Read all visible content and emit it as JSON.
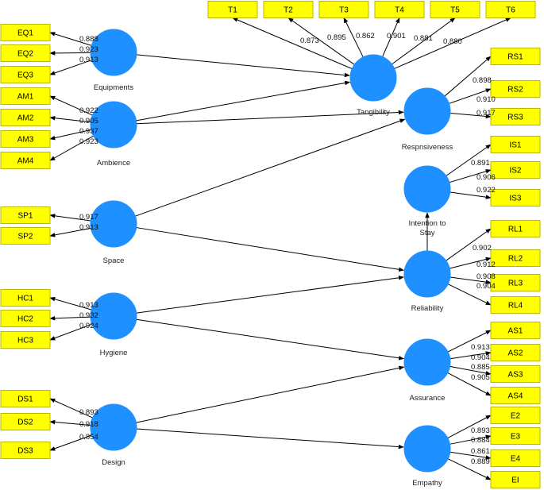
{
  "constructs": {
    "equipments": "Equipments",
    "ambience": "Ambience",
    "space": "Space",
    "hygiene": "Hygiene",
    "design": "Design",
    "tangibility": "Tangibility",
    "responsiveness": "Respnsiveness",
    "intention_line1": "Intention to",
    "intention_line2": "Stay",
    "reliability": "Reliability",
    "assurance": "Assurance",
    "empathy": "Empathy"
  },
  "indicators": {
    "EQ": [
      "EQ1",
      "EQ2",
      "EQ3"
    ],
    "AM": [
      "AM1",
      "AM2",
      "AM3",
      "AM4"
    ],
    "SP": [
      "SP1",
      "SP2"
    ],
    "HC": [
      "HC1",
      "HC2",
      "HC3"
    ],
    "DS": [
      "DS1",
      "DS2",
      "DS3"
    ],
    "T": [
      "T1",
      "T2",
      "T3",
      "T4",
      "T5",
      "T6"
    ],
    "RS": [
      "RS1",
      "RS2",
      "RS3"
    ],
    "IS": [
      "IS1",
      "IS2",
      "IS3"
    ],
    "RL": [
      "RL1",
      "RL2",
      "RL3",
      "RL4"
    ],
    "AS": [
      "AS1",
      "AS2",
      "AS3",
      "AS4"
    ],
    "E": [
      "E2",
      "E3",
      "E4",
      "EI"
    ]
  },
  "loadings": {
    "EQ": [
      "0.888",
      "0.923",
      "0.913"
    ],
    "AM": [
      "0.922",
      "0.905",
      "0.937",
      "0.923"
    ],
    "SP": [
      "0.917",
      "0.913"
    ],
    "HC": [
      "0.913",
      "0.932",
      "0.924"
    ],
    "DS": [
      "0.893",
      "0.918",
      "0.854"
    ],
    "T": [
      "0.873",
      "0.895",
      "0.862",
      "0.901",
      "0.881",
      "0.880"
    ],
    "RS": [
      "0.898",
      "0.910",
      "0.917"
    ],
    "IS": [
      "0.891",
      "0.906",
      "0.922"
    ],
    "RL": [
      "0.902",
      "0.912",
      "0.908",
      "0.904"
    ],
    "AS": [
      "0.913",
      "0.904",
      "0.885",
      "0.905"
    ],
    "E": [
      "0.893",
      "0.884",
      "0.861",
      "0.889"
    ]
  }
}
